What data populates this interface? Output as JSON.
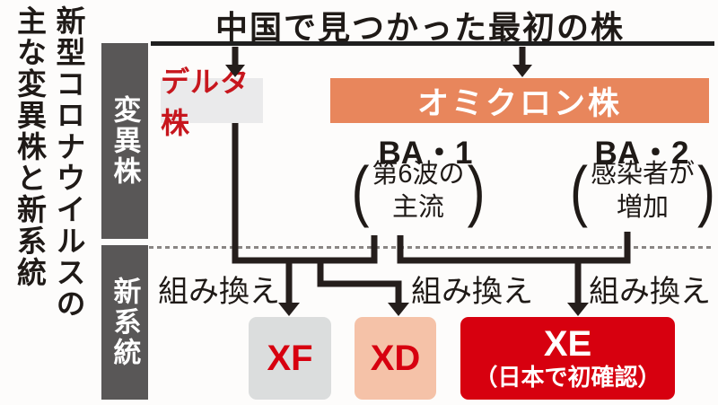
{
  "title": {
    "column_right": "新型コロナウイルスの",
    "column_left": "主な変異株と新系統"
  },
  "header": {
    "origin_label": "中国で見つかった最初の株"
  },
  "section_bar": {
    "variants_label": "変異株",
    "new_lineages_label": "新系統"
  },
  "nodes": {
    "delta": {
      "label": "デルタ株"
    },
    "omicron": {
      "label": "オミクロン株"
    },
    "ba1": {
      "label": "BA・1",
      "note_lines": [
        "第6波の",
        "主流"
      ]
    },
    "ba2": {
      "label": "BA・2",
      "note_lines": [
        "感染者が",
        "増加"
      ]
    }
  },
  "glyphs": {
    "paren_open": "(",
    "paren_close": ")"
  },
  "edges": {
    "recombination_label": "組み換え"
  },
  "lineages": {
    "xf": {
      "label": "XF"
    },
    "xd": {
      "label": "XD"
    },
    "xe": {
      "label": "XE",
      "note": "（日本で初確認）"
    }
  },
  "colors": {
    "omicron_bg": "#E8865C",
    "delta_bg": "#EAEAEB",
    "delta_text": "#C7161D",
    "xf_bg": "#DBDDDD",
    "xd_bg": "#F5C2A8",
    "xe_bg": "#D7000F",
    "lineage_text_red": "#D7000F",
    "section_bar_bg": "#595757",
    "line_black": "#251E1C",
    "dotted_line": "#8A8684"
  }
}
